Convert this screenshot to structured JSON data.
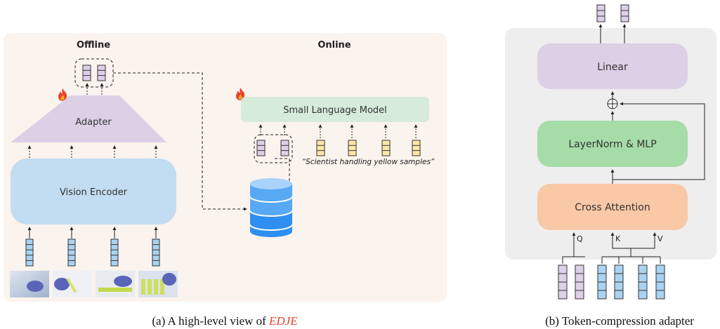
{
  "left_panel": {
    "offline_label": "Offline",
    "online_label": "Online",
    "adapter_label": "Adapter",
    "vision_encoder_label": "Vision Encoder",
    "slm_label": "Small Language Model",
    "prompt_text": "“Scientist handling yellow samples”",
    "caption_prefix": "(a) A high-level view of ",
    "caption_name": "EDJE"
  },
  "right_panel": {
    "linear_label": "Linear",
    "mlp_label": "LayerNorm & MLP",
    "cross_attention_label": "Cross Attention",
    "q_label": "Q",
    "k_label": "K",
    "v_label": "V",
    "caption": "(b) Token-compression adapter"
  },
  "colors": {
    "left_bg": "#fbf3ee",
    "right_bg": "#eeeeee",
    "adapter": "#ddd0e6",
    "vision_encoder": "#c2dcf1",
    "slm": "#d6ebd9",
    "linear": "#dccfe6",
    "mlp": "#a5dca8",
    "cross_attention": "#f8c8a7",
    "caption_accent": "#e8422a",
    "query_token": "#ddd0e8",
    "image_token": "#a9d3f2",
    "text_token": "#fbe7a6",
    "database": "#3a9df2"
  },
  "icons": [
    "fire-icon",
    "database-icon",
    "plus-circle-icon"
  ]
}
